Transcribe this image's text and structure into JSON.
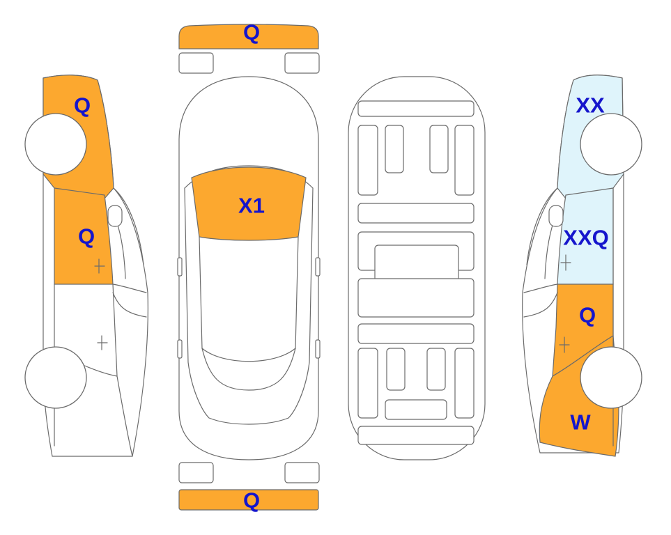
{
  "colors": {
    "damage_orange": "#FCA82F",
    "damage_blue": "#DFF4FB",
    "label_text": "#1515CC",
    "outline": "#6b6b6b"
  },
  "labels": {
    "front_bumper": "Q",
    "left_front_fender": "Q",
    "left_front_door": "Q",
    "windshield": "X1",
    "right_front_fender": "XX",
    "right_front_door": "XXQ",
    "right_rear_door": "Q",
    "right_rear_quarter": "W",
    "rear_bumper": "Q"
  }
}
